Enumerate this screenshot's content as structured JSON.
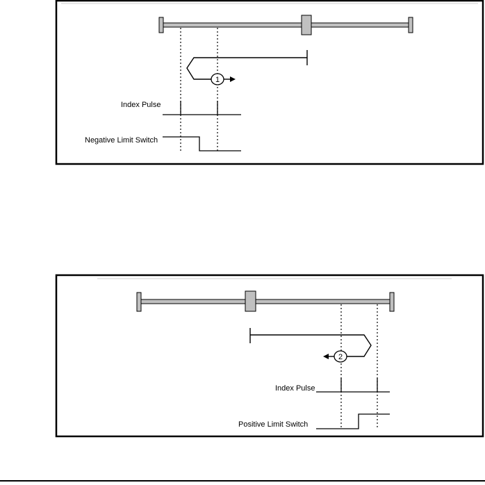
{
  "diagram_1": {
    "marker": "1",
    "index_pulse_label": "Index Pulse",
    "limit_switch_label": "Negative Limit Switch",
    "direction": "right"
  },
  "diagram_2": {
    "marker": "2",
    "index_pulse_label": "Index Pulse",
    "limit_switch_label": "Positive Limit Switch",
    "direction": "left"
  }
}
